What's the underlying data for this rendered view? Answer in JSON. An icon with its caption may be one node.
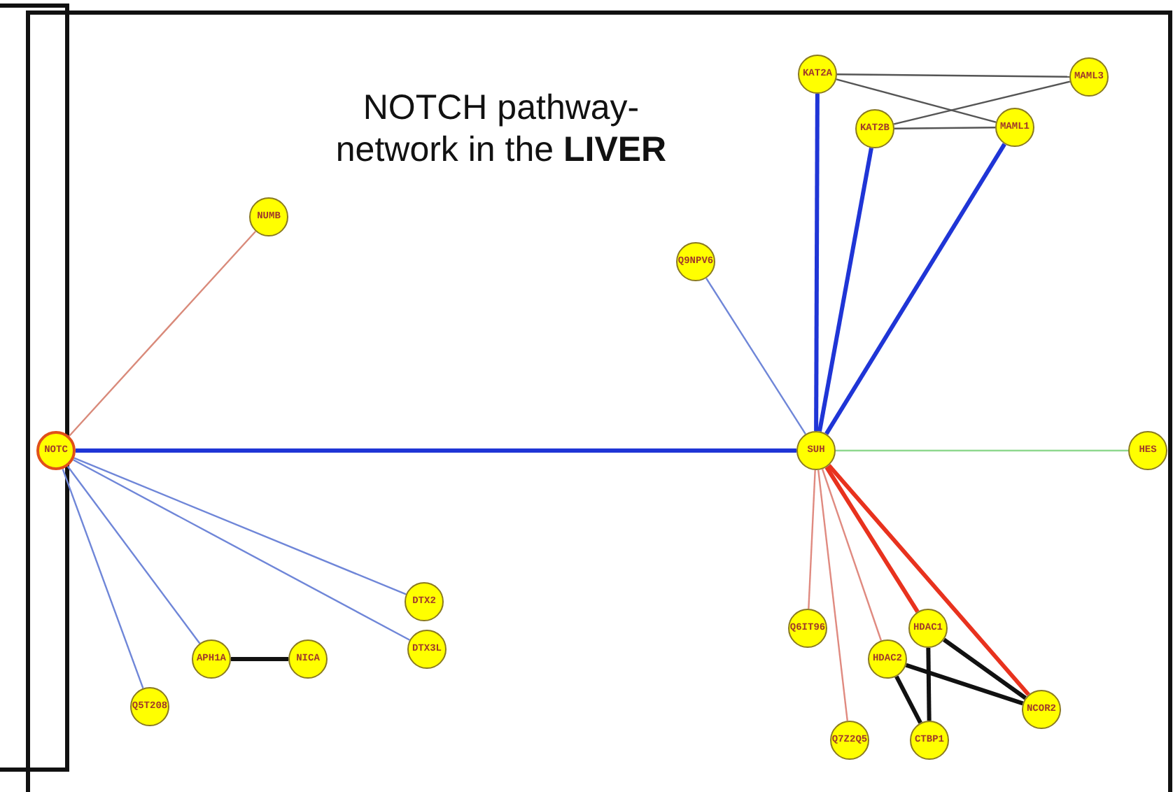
{
  "diagram": {
    "title": "NOTCH pathway-network in the **LIVER**",
    "nodes": [
      {
        "text": [
          "KAT2A"
        ]
      },
      {
        "text": [
          "MAML3"
        ]
      },
      {
        "text": [
          "KAT2B"
        ]
      },
      {
        "text": [
          "MAML1"
        ]
      },
      {
        "text": [
          "NUMB"
        ]
      },
      {
        "text": [
          "Q9NPV6"
        ]
      },
      {
        "text": [
          "NOTC"
        ]
      },
      {
        "text": [
          "SUH"
        ]
      },
      {
        "text": [
          "HES"
        ]
      },
      {
        "text": [
          "DTX2"
        ]
      },
      {
        "text": [
          "DTX3L"
        ]
      },
      {
        "text": [
          "APH1A"
        ]
      },
      {
        "text": [
          "NICA"
        ]
      },
      {
        "text": [
          "Q5T208"
        ]
      },
      {
        "text": [
          "Q6IT96"
        ]
      },
      {
        "text": [
          "HDAC1"
        ]
      },
      {
        "text": [
          "HDAC2"
        ]
      },
      {
        "text": [
          "NCOR2"
        ]
      },
      {
        "text": [
          "Q7Z2Q5"
        ]
      },
      {
        "text": [
          "CTBP1"
        ]
      }
    ],
    "edges": [
      {
        "from": 6,
        "to": 4,
        "arrow": "none",
        "color": "#d98a7a"
      },
      {
        "from": 6,
        "to": 7,
        "arrow": "none",
        "style": "thick",
        "color": "#1f35d6"
      },
      {
        "from": 6,
        "to": 9,
        "arrow": "none",
        "color": "#6f86d8"
      },
      {
        "from": 6,
        "to": 10,
        "arrow": "none",
        "color": "#6f86d8"
      },
      {
        "from": 6,
        "to": 11,
        "arrow": "none",
        "color": "#6f86d8"
      },
      {
        "from": 6,
        "to": 13,
        "arrow": "none",
        "color": "#6f86d8"
      },
      {
        "from": 11,
        "to": 12,
        "arrow": "none",
        "style": "thick",
        "color": "#111111"
      },
      {
        "from": 7,
        "to": 5,
        "arrow": "none",
        "color": "#6f86d8"
      },
      {
        "from": 7,
        "to": 0,
        "arrow": "none",
        "style": "thick",
        "color": "#1f35d6"
      },
      {
        "from": 7,
        "to": 2,
        "arrow": "none",
        "style": "thick",
        "color": "#1f35d6"
      },
      {
        "from": 7,
        "to": 3,
        "arrow": "none",
        "style": "thick",
        "color": "#1f35d6"
      },
      {
        "from": 0,
        "to": 1,
        "arrow": "none",
        "color": "#555555"
      },
      {
        "from": 0,
        "to": 3,
        "arrow": "none",
        "color": "#555555"
      },
      {
        "from": 2,
        "to": 1,
        "arrow": "none",
        "color": "#555555"
      },
      {
        "from": 2,
        "to": 3,
        "arrow": "none",
        "color": "#555555"
      },
      {
        "from": 7,
        "to": 8,
        "arrow": "none",
        "color": "#8fd88f"
      },
      {
        "from": 7,
        "to": 14,
        "arrow": "none",
        "color": "#e08a80"
      },
      {
        "from": 7,
        "to": 18,
        "arrow": "none",
        "color": "#e08a80"
      },
      {
        "from": 7,
        "to": 16,
        "arrow": "none",
        "color": "#e08a80"
      },
      {
        "from": 7,
        "to": 15,
        "arrow": "none",
        "style": "thick",
        "color": "#e8321e"
      },
      {
        "from": 7,
        "to": 17,
        "arrow": "none",
        "style": "thick",
        "color": "#e8321e"
      },
      {
        "from": 15,
        "to": 17,
        "arrow": "none",
        "style": "thick",
        "color": "#111111"
      },
      {
        "from": 15,
        "to": 19,
        "arrow": "none",
        "style": "thick",
        "color": "#111111"
      },
      {
        "from": 16,
        "to": 19,
        "arrow": "none",
        "style": "thick",
        "color": "#111111"
      },
      {
        "from": 16,
        "to": 17,
        "arrow": "none",
        "style": "thick",
        "color": "#111111"
      }
    ]
  }
}
